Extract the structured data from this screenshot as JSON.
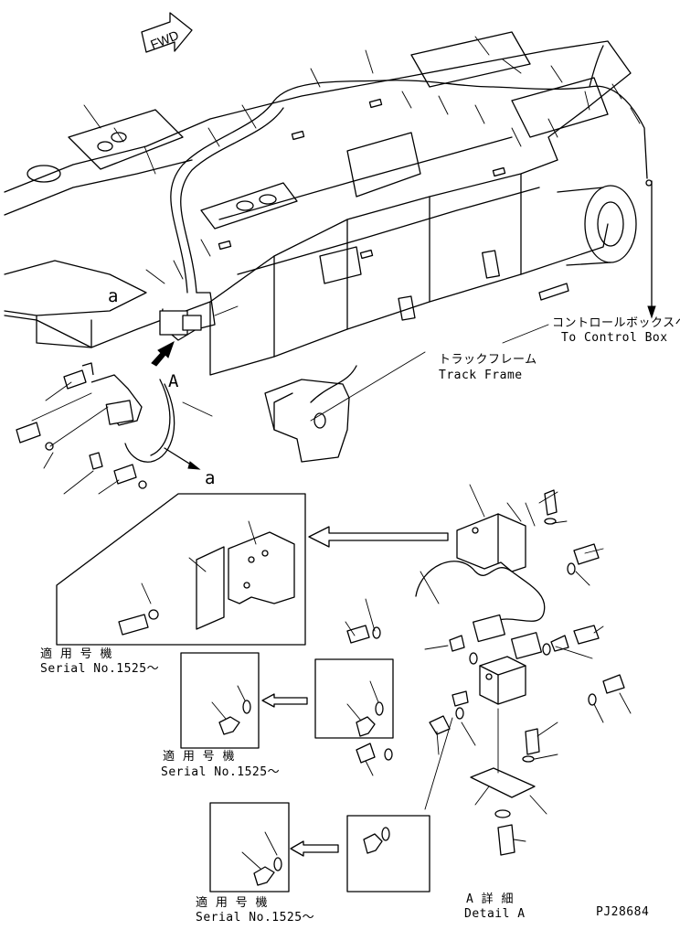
{
  "direction_marker": "FWD",
  "labels": {
    "control_box_jp": "コントロールボックスへ",
    "control_box_en": "To Control Box",
    "track_frame_jp": "トラックフレーム",
    "track_frame_en": "Track Frame",
    "detail_a_jp": "A 詳 細",
    "detail_a_en": "Detail A",
    "view_letter_a": "A",
    "pipe_mark_a": "a",
    "pipe_mark_a_end": "a",
    "drawing_number": "PJ28684"
  },
  "serial_notes": [
    {
      "jp": "適 用 号 機",
      "en": "Serial No.1525～"
    },
    {
      "jp": "適 用 号 機",
      "en": "Serial No.1525～"
    },
    {
      "jp": "適 用 号 機",
      "en": "Serial No.1525～"
    }
  ]
}
